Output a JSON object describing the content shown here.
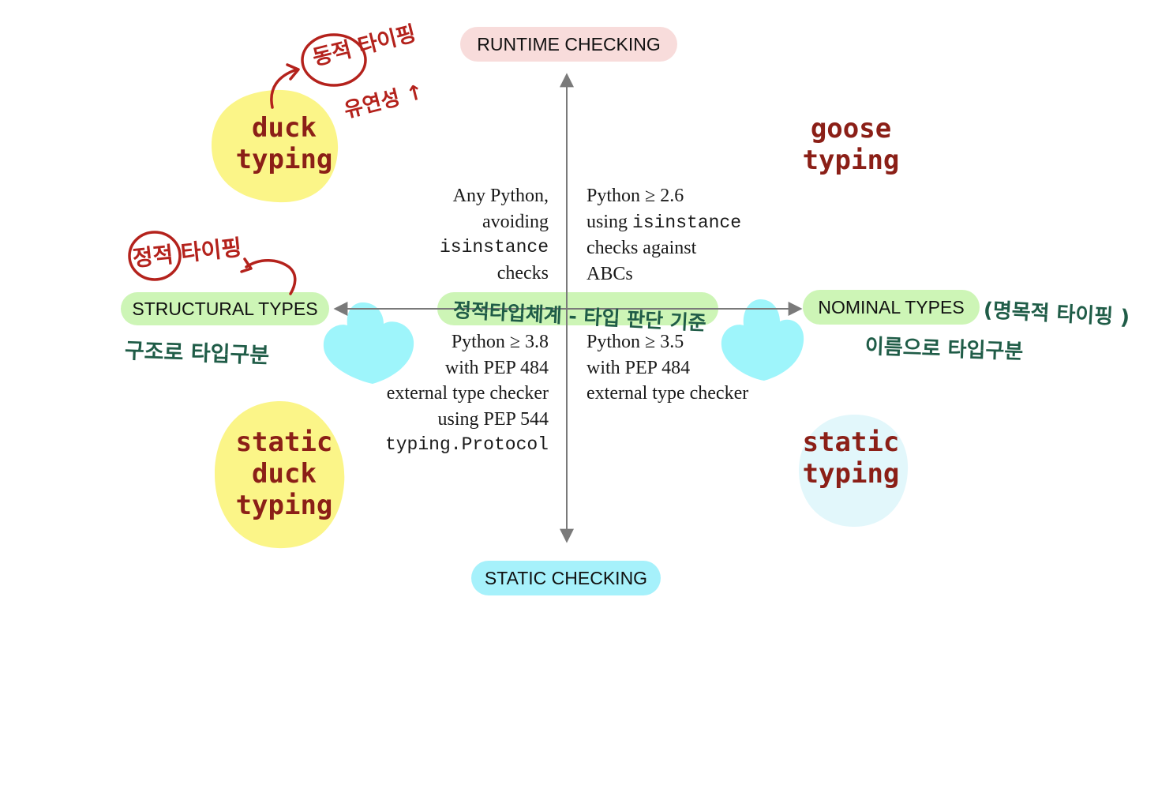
{
  "axes": {
    "top": "RUNTIME CHECKING",
    "bottom": "STATIC CHECKING",
    "left": "STRUCTURAL TYPES",
    "right": "NOMINAL TYPES"
  },
  "quadrants": {
    "top_left": {
      "label_lines": [
        "duck",
        "typing"
      ],
      "text": [
        "Any Python,",
        "avoiding",
        "isinstance",
        "checks"
      ]
    },
    "top_right": {
      "label_lines": [
        "goose",
        "typing"
      ],
      "text": [
        "Python ≥ 2.6",
        "using isinstance",
        "checks against",
        "ABCs"
      ]
    },
    "bottom_left": {
      "label_lines": [
        "static",
        "duck",
        "typing"
      ],
      "text": [
        "Python ≥ 3.8",
        "with PEP 484",
        "external type checker",
        "using PEP 544",
        "typing.Protocol"
      ]
    },
    "bottom_right": {
      "label_lines": [
        "static",
        "typing"
      ],
      "text": [
        "Python ≥ 3.5",
        "with PEP 484",
        "external type checker"
      ]
    }
  },
  "annotations": {
    "dynamic_typing": "동적 타이핑",
    "flexibility": "유연성 ↑",
    "static_typing": "정적 타이핑",
    "center_note": "정적타입체계 - 타입 판단 기준",
    "structural_note": "구조로 타입구분",
    "nominal_paren": "(명목적 타이핑 )",
    "nominal_note": "이름으로  타입구분"
  },
  "colors": {
    "runtime_pill": "#f8dcdb",
    "static_pill": "#a6f1fb",
    "types_pill": "#cdf5b6",
    "yellow_blob": "#fbf588",
    "blue_blob": "#e2f7fb",
    "cyan_arrow": "#9ef5fb",
    "label_red": "#8b1f17",
    "ink_red": "#b4221c",
    "ink_green": "#1f5c47",
    "axis_gray": "#7a7a7a"
  }
}
